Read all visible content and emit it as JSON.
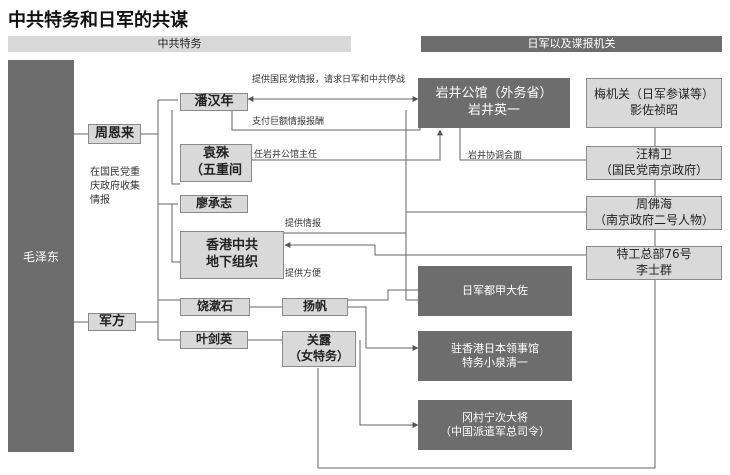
{
  "title": "中共特务和日军的共谋",
  "headers": {
    "left": "中共特务",
    "right": "日军以及谍报机关"
  },
  "nodes": {
    "mao": "毛泽东",
    "zhou": "周恩来",
    "pan": "潘汉年",
    "yuan": {
      "line1": "袁殊",
      "line2": "（五重间"
    },
    "liao": "廖承志",
    "hk": {
      "line1": "香港中共",
      "line2": "地下组织"
    },
    "junfang": "军方",
    "rao": "饶漱石",
    "yangfan": "扬帆",
    "ye": "叶剑英",
    "guanlu": {
      "line1": "关露",
      "line2": "（女特务）"
    },
    "iwai": {
      "line1": "岩井公馆（外务省）",
      "line2": "岩井英一"
    },
    "mei": {
      "line1": "梅机关（日军参谋等）",
      "line2": "影佐祯昭"
    },
    "wang": {
      "line1": "汪精卫",
      "line2": "（国民党南京政府）"
    },
    "zhou_fh": {
      "line1": "周佛海",
      "line2": "（南京政府二号人物）"
    },
    "tegong": {
      "line1": "特工总部76号",
      "line2": "李士群"
    },
    "dujia": "日军都甲大佐",
    "consulate": {
      "line1": "驻香港日本领事馆",
      "line2": "特务小泉清一"
    },
    "okamura": {
      "line1": "冈村宁次大将",
      "line2": "（中国派遣军总司令）"
    }
  },
  "labels": {
    "l1": "提供国民党情报，请求日军和中共停战",
    "l2": "支付巨额情报报酬",
    "l3": "任岩井公馆主任",
    "l4": "岩井协调会面",
    "l5_line1": "在国民党重",
    "l5_line2": "庆政府收集",
    "l5_line3": "情报",
    "l6": "提供情报",
    "l7": "提供方便"
  }
}
